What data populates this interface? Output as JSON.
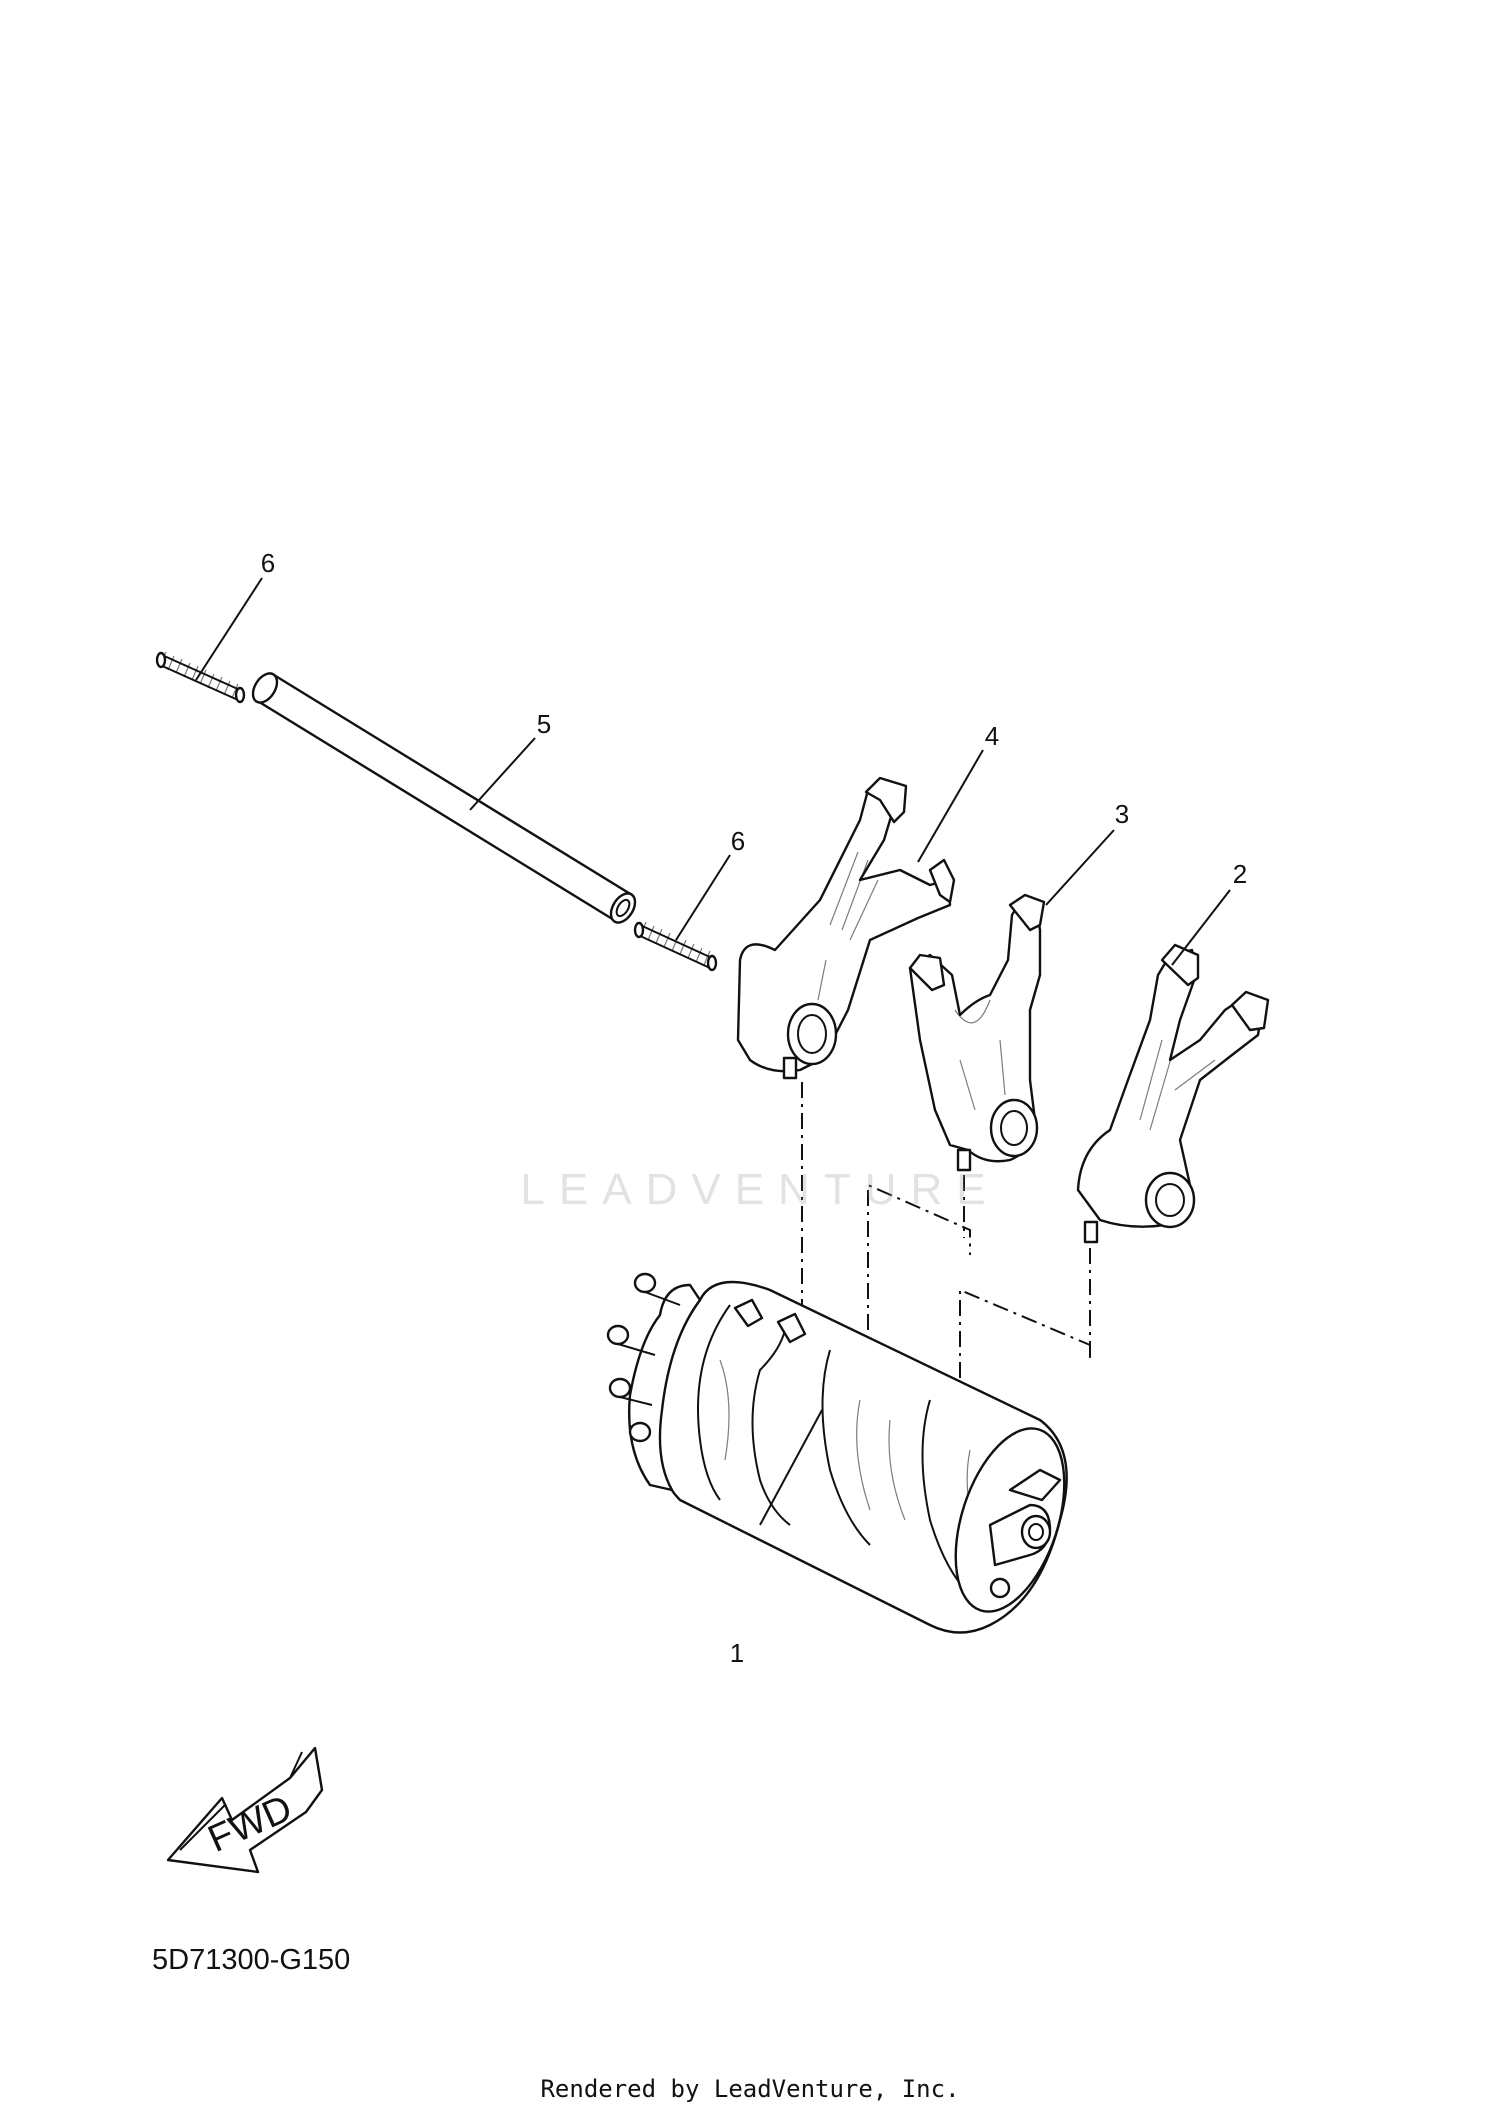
{
  "callouts": [
    {
      "id": "1",
      "label": "1"
    },
    {
      "id": "2",
      "label": "2"
    },
    {
      "id": "3",
      "label": "3"
    },
    {
      "id": "4",
      "label": "4"
    },
    {
      "id": "5",
      "label": "5"
    },
    {
      "id": "6a",
      "label": "6"
    },
    {
      "id": "6b",
      "label": "6"
    }
  ],
  "fwd_label": "FWD",
  "watermark": "LEADVENTURE",
  "diagram_code": "5D71300-G150",
  "footer": "Rendered by LeadVenture, Inc."
}
